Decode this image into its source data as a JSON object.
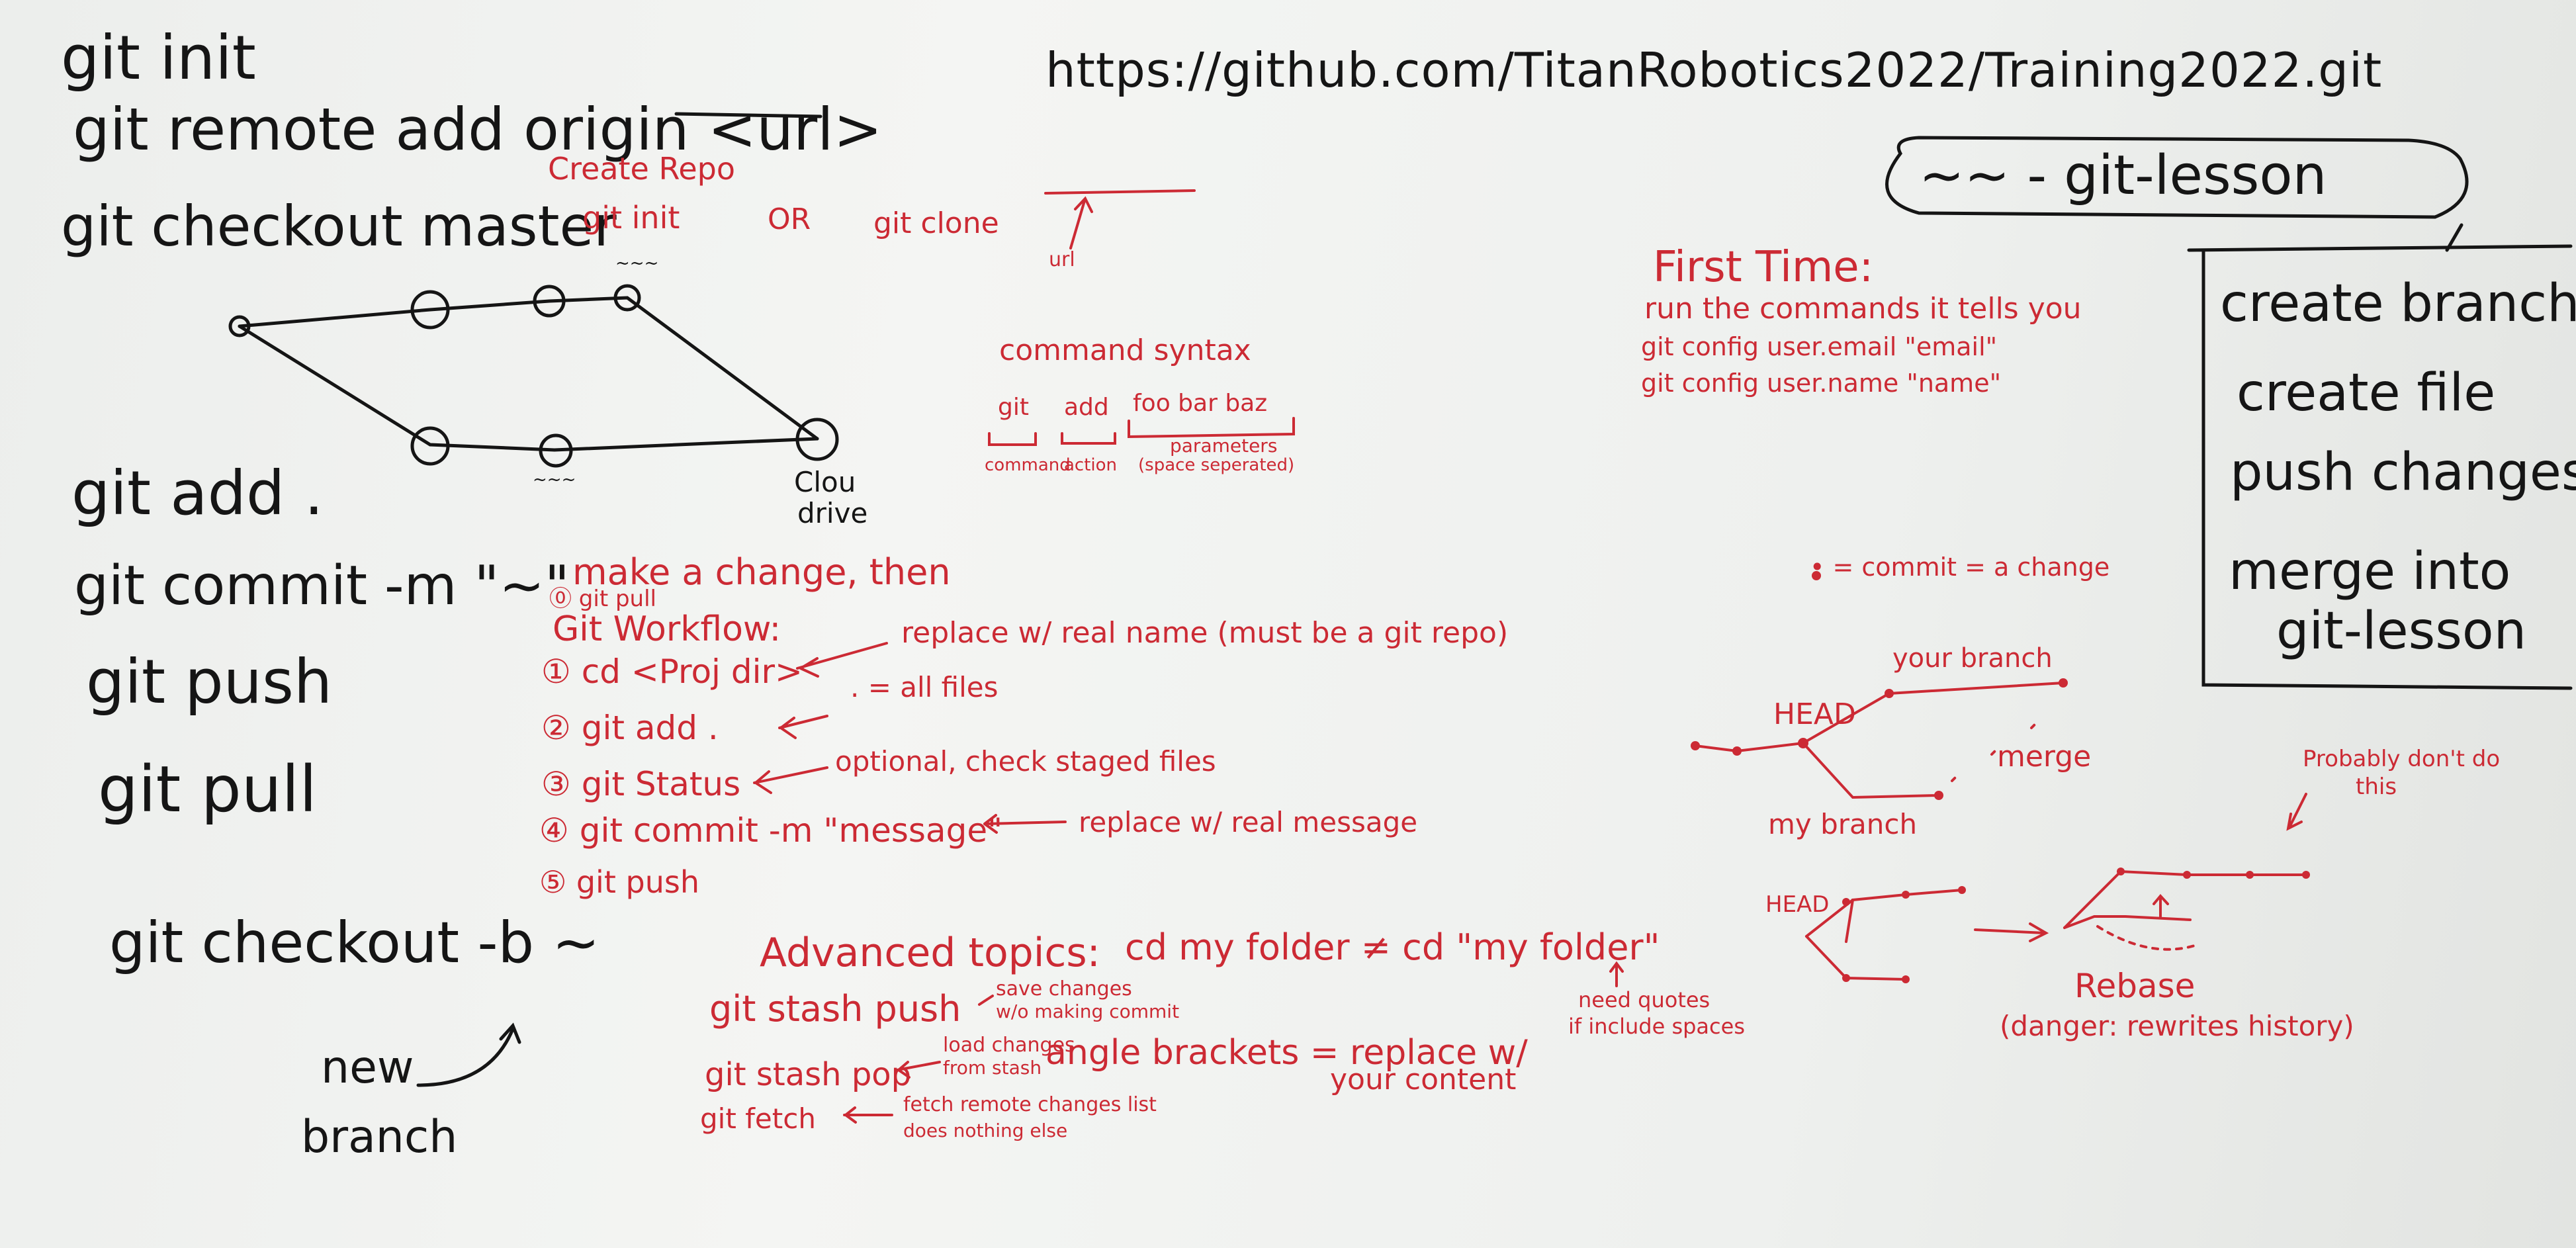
{
  "left_commands": {
    "git_init": "git init",
    "remote_add": "git remote add origin <url>",
    "checkout_master": "git checkout master",
    "git_add": "git add .",
    "git_commit": "git commit -m \"~\"",
    "git_push": "git push",
    "git_pull": "git pull",
    "checkout_b": "git checkout -b ~",
    "new_branch": "new",
    "new_branch_2": "branch"
  },
  "clone_section": {
    "create_repo": "Create Repo",
    "git_init": "git init",
    "or": "OR",
    "git_clone": "git clone",
    "url_text": "https://github.com/TitanRobotics2022/Training2022.git",
    "url_label": "url"
  },
  "diagram_labels": {
    "top_label": "~~~",
    "bottom_label": "~~~",
    "end_label_1": "Clou",
    "end_label_2": "drive"
  },
  "command_syntax": {
    "title": "command syntax",
    "example_1": "git",
    "example_2": "add",
    "example_3": "foo bar baz",
    "label_command": "command",
    "label_action": "action",
    "label_parameters": "parameters",
    "label_space_sep": "(space seperated)"
  },
  "workflow": {
    "intro": "make a change, then",
    "step0": "⓪ git pull",
    "title": "Git Workflow:",
    "step1": "① cd <Proj dir>",
    "step1_note": "replace w/ real name (must be a git repo)",
    "step2": "② git add .",
    "step2_note": ". = all files",
    "step3": "③ git Status",
    "step3_note": "optional, check staged files",
    "step4": "④ git commit -m \"message\"",
    "step4_note": "replace w/ real message",
    "step5": "⑤ git push"
  },
  "advanced": {
    "title": "Advanced topics:",
    "cd_compare": "cd my folder ≠ cd \"my folder\"",
    "quotes_note_1": "need quotes",
    "quotes_note_2": "if include spaces",
    "stash_push": "git stash push",
    "stash_push_note_1": "save changes",
    "stash_push_note_2": "w/o making commit",
    "stash_pop": "git stash pop",
    "stash_pop_note_1": "load changes",
    "stash_pop_note_2": "from stash",
    "fetch": "git fetch",
    "fetch_note_1": "fetch remote changes list",
    "fetch_note_2": "does nothing else",
    "angle_1": "angle brackets = replace w/",
    "angle_2": "your content"
  },
  "first_time": {
    "title": "First Time:",
    "line1": "run the commands it tells you",
    "line2": "git config user.email \"email\"",
    "line3": "git config user.name \"name\""
  },
  "branch_diagram": {
    "legend": "• = commit = a change",
    "head": "HEAD",
    "your_branch": "your branch",
    "merge": "merge",
    "my_branch": "my branch",
    "head2": "HEAD",
    "rebase": "Rebase",
    "rebase_note": "(danger: rewrites history)",
    "dont_1": "Probably don't do",
    "dont_2": "this"
  },
  "bubble": {
    "label": "~~ - git-lesson"
  },
  "task_box": {
    "items": [
      "create branch",
      "create file",
      "push changes",
      "merge into",
      "git-lesson"
    ]
  },
  "colors": {
    "black_marker": "#151515",
    "red_marker": "#cc2a34"
  }
}
